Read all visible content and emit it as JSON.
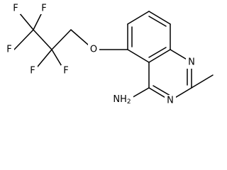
{
  "molecule": {
    "atoms": {
      "fluorine_top_left": "F",
      "fluorine_top_right": "F",
      "fluorine_left": "F",
      "fluorine_bottom_left": "F",
      "fluorine_bottom_right": "F",
      "ether_oxygen": "O",
      "ring_nitrogen_top": "N",
      "ring_nitrogen_bottom": "N",
      "amine_group": "NH",
      "amine_subscript": "2"
    }
  }
}
